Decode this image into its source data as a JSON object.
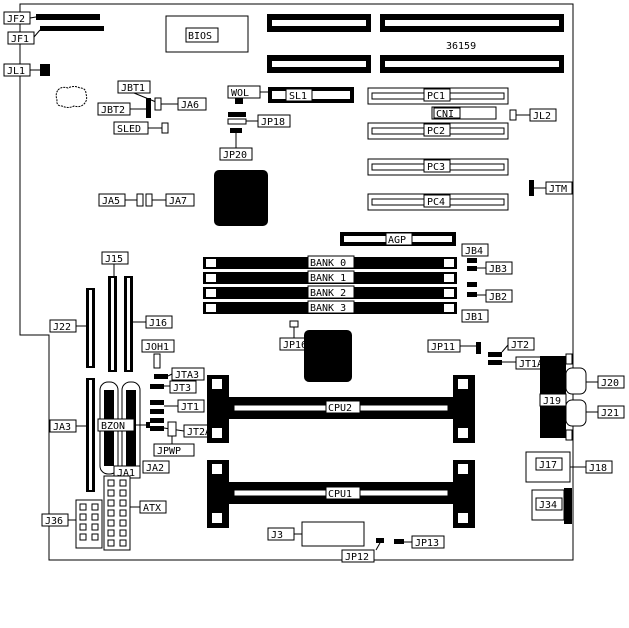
{
  "diagram": {
    "part_number": "36159",
    "chips": {
      "bios": "BIOS"
    },
    "slots": {
      "sl1": "SL1",
      "wol": "WOL",
      "agp": "AGP",
      "pci": [
        "PC1",
        "PC2",
        "PC3",
        "PC4"
      ],
      "cni": "CNI",
      "banks": [
        "BANK 0",
        "BANK 1",
        "BANK 2",
        "BANK 3"
      ],
      "cpu1": "CPU1",
      "cpu2": "CPU2",
      "bzon": "BZON"
    },
    "labels": {
      "jf2": "JF2",
      "jf1": "JF1",
      "jl1": "JL1",
      "jbt1": "JBT1",
      "jbt2": "JBT2",
      "ja6": "JA6",
      "sled": "SLED",
      "jp18": "JP18",
      "jp20": "JP20",
      "jl2": "JL2",
      "jtm": "JTM",
      "ja5": "JA5",
      "ja7": "JA7",
      "jb4": "JB4",
      "jb3": "JB3",
      "jb2": "JB2",
      "jb1": "JB1",
      "j15": "J15",
      "j16": "J16",
      "j22": "J22",
      "jp16": "JP16",
      "jp11": "JP11",
      "jt2": "JT2",
      "jt1a": "JT1A",
      "joh1": "JOH1",
      "jta3": "JTA3",
      "jt3": "JT3",
      "jt1": "JT1",
      "jt2a": "JT2A",
      "ja3": "JA3",
      "ja1": "JA1",
      "ja2": "JA2",
      "jpwp": "JPWP",
      "j20": "J20",
      "j19": "J19",
      "j21": "J21",
      "j17": "J17",
      "j18": "J18",
      "j34": "J34",
      "j36": "J36",
      "atx": "ATX",
      "j3": "J3",
      "jp12": "JP12",
      "jp13": "JP13"
    }
  }
}
